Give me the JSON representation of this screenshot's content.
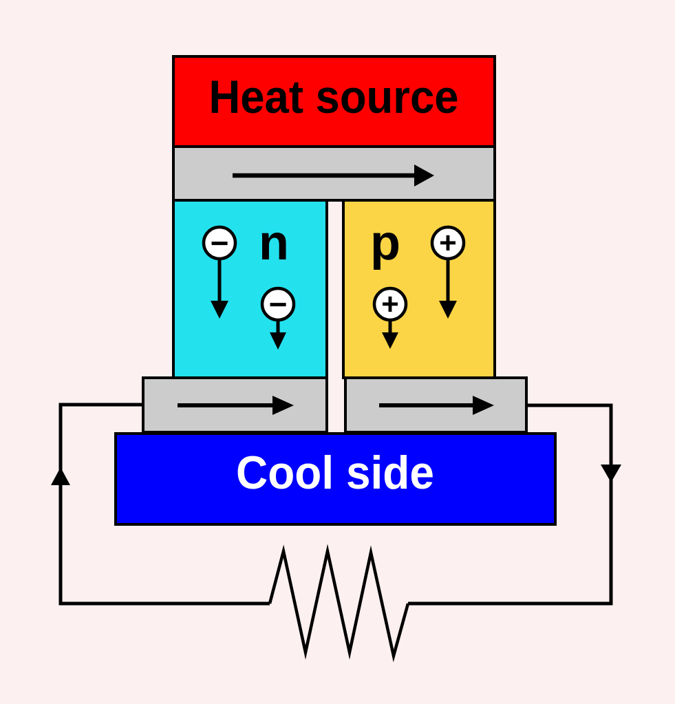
{
  "diagram": {
    "background_color": "#FDF0F0",
    "line_color": "#000000",
    "heat_source": {
      "label": "Heat source",
      "fill": "#FF0000",
      "text_color": "#000000"
    },
    "top_electrode": {
      "fill": "#CCCCCC",
      "arrow_icon": "right-arrow"
    },
    "n_leg": {
      "label": "n",
      "fill": "#24E1EE",
      "carrier_circle_fill": "#FFFFFF",
      "carriers": [
        {
          "symbol": "−",
          "arrow_icon": "down-arrow"
        },
        {
          "symbol": "−",
          "arrow_icon": "down-arrow"
        }
      ]
    },
    "p_leg": {
      "label": "p",
      "fill": "#FCD546",
      "carrier_circle_fill": "#FFFFFF",
      "carriers": [
        {
          "symbol": "+",
          "arrow_icon": "down-arrow"
        },
        {
          "symbol": "+",
          "arrow_icon": "down-arrow"
        }
      ]
    },
    "bottom_electrode_left": {
      "fill": "#CCCCCC",
      "arrow_icon": "right-arrow"
    },
    "bottom_electrode_right": {
      "fill": "#CCCCCC",
      "arrow_icon": "right-arrow"
    },
    "cool_side": {
      "label": "Cool side",
      "fill": "#0000FF",
      "text_color": "#FFFFFF"
    },
    "circuit": {
      "left_wire_arrow_icon": "up-arrow",
      "right_wire_arrow_icon": "down-arrow",
      "load_component_icon": "resistor-zigzag"
    }
  }
}
